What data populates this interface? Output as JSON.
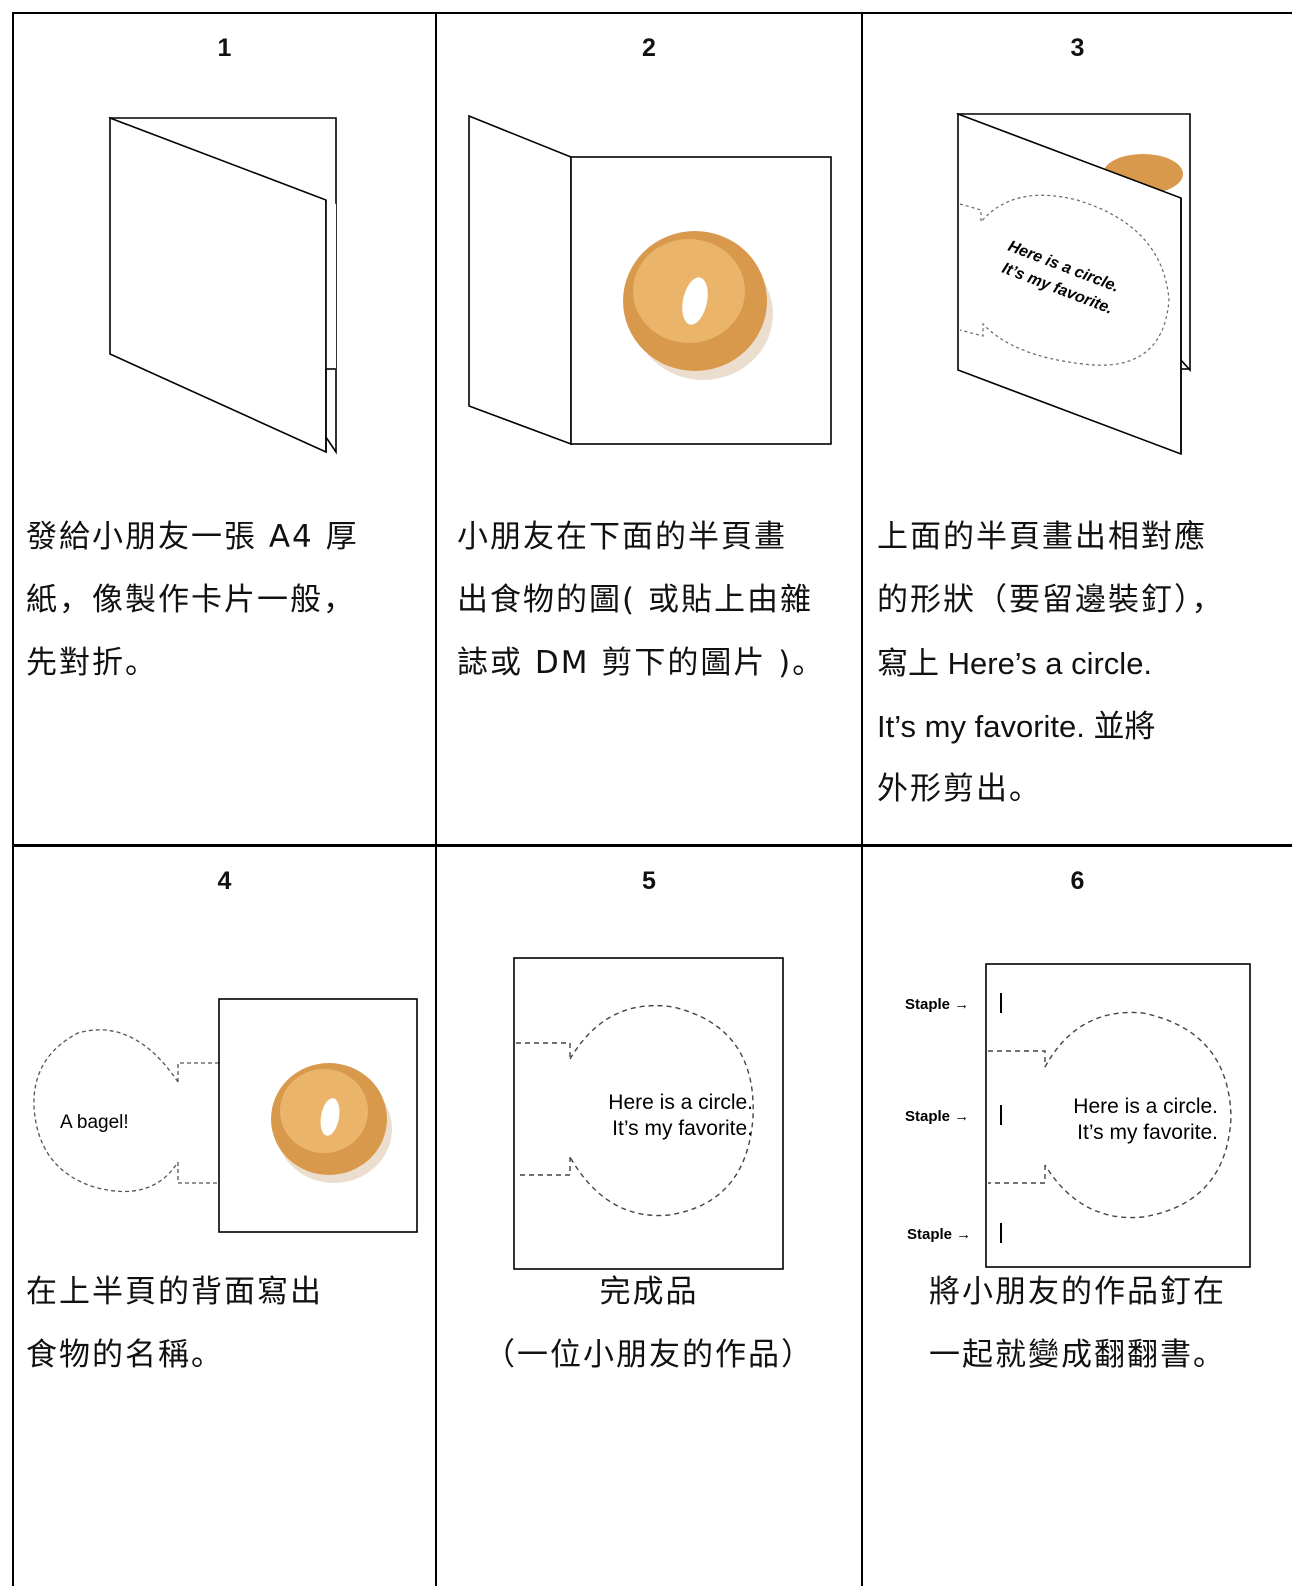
{
  "steps": [
    {
      "number": "1",
      "lines": [
        "發給小朋友一張 A4 厚",
        "紙，像製作卡片一般，",
        "先對折。"
      ]
    },
    {
      "number": "2",
      "lines": [
        "小朋友在下面的半頁畫",
        "出食物的圖( 或貼上由雜",
        "誌或 DM 剪下的圖片 )。"
      ]
    },
    {
      "number": "3",
      "lines": [
        "上面的半頁畫出相對應",
        "的形狀（要留邊裝釘），",
        "寫上  Here’s a circle.",
        "It’s my favorite.  並將",
        "外形剪出。"
      ]
    },
    {
      "number": "4",
      "lines": [
        "在上半頁的背面寫出",
        "食物的名稱。"
      ]
    },
    {
      "number": "5",
      "lines": [
        "完成品",
        "（一位小朋友的作品）"
      ]
    },
    {
      "number": "6",
      "lines": [
        "將小朋友的作品釘在",
        "一起就變成翻翻書。"
      ]
    }
  ],
  "figure_text": {
    "circle_line1": "Here is a circle.",
    "circle_line2": "It’s my favorite.",
    "bagel_label": "A bagel!",
    "staple": "Staple →"
  }
}
